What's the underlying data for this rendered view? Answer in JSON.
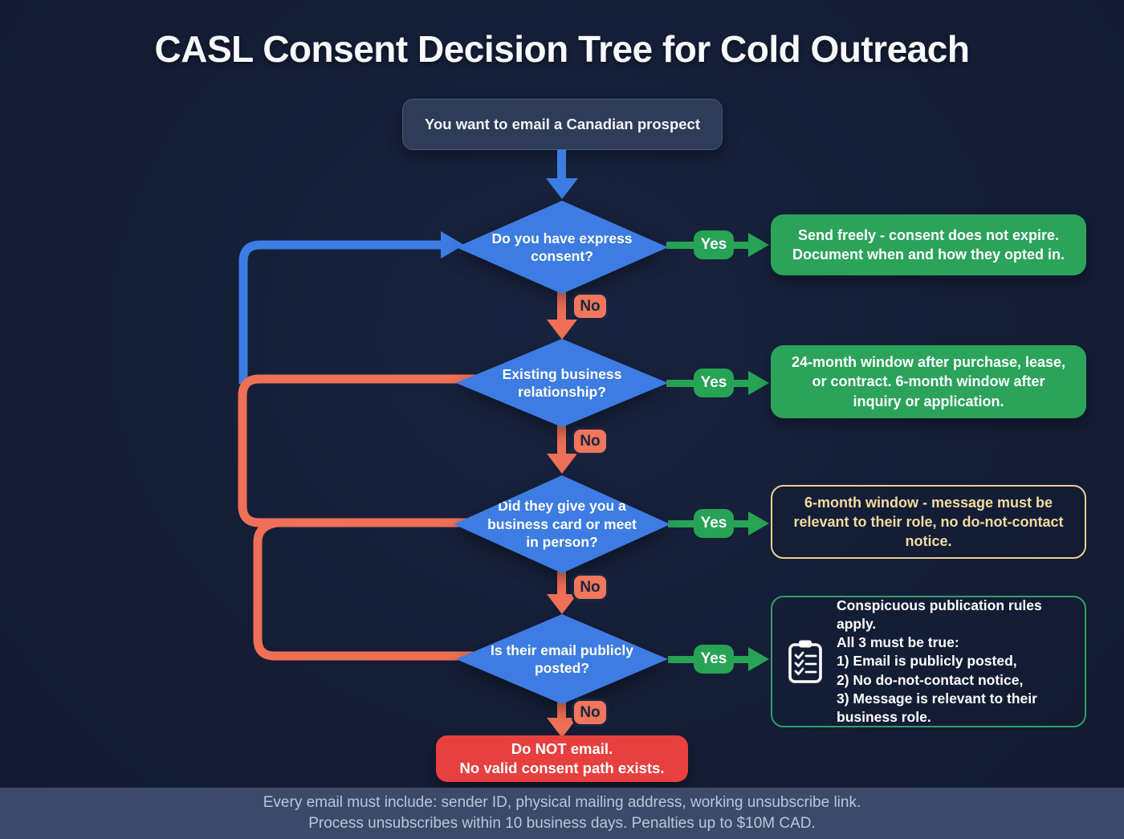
{
  "title": "CASL Consent Decision Tree for Cold Outreach",
  "start_label": "You want to email a Canadian prospect",
  "yes_label": "Yes",
  "no_label": "No",
  "decisions": [
    {
      "question": "Do you have express consent?"
    },
    {
      "question": "Existing business relationship?"
    },
    {
      "question": "Did they give you a business card or meet in person?"
    },
    {
      "question": "Is their email publicly posted?"
    }
  ],
  "outcomes": [
    {
      "style": "green-filled",
      "text": "Send freely - consent does not expire. Document when and how they opted in."
    },
    {
      "style": "green-filled",
      "text": "24-month window after purchase, lease, or contract. 6-month window after inquiry or application."
    },
    {
      "style": "yellow-outline",
      "text": "6-month window - message must be relevant to their role, no do-not-contact notice."
    },
    {
      "style": "green-outline",
      "icon": "clipboard-checklist-icon",
      "text": "Conspicuous publication rules apply.\nAll 3 must be true:\n1) Email is publicly posted,\n2) No do-not-contact notice,\n3) Message is relevant to their business role."
    }
  ],
  "terminal": {
    "text": "Do NOT email.\nNo valid consent path exists."
  },
  "footer": {
    "line1": "Every email must include: sender ID, physical mailing address, working unsubscribe link.",
    "line2": "Process unsubscribes within 10 business days. Penalties up to $10M CAD."
  },
  "colors": {
    "background": "#141d35",
    "diamond_blue": "#3d7ce2",
    "yes_green": "#27a355",
    "outcome_green": "#2ba35b",
    "no_orange": "#f1765b",
    "terminal_red": "#e8403e",
    "warning_yellow": "#f0d896",
    "outline_green": "#2ea266",
    "footer_bar": "#3a4a68"
  }
}
